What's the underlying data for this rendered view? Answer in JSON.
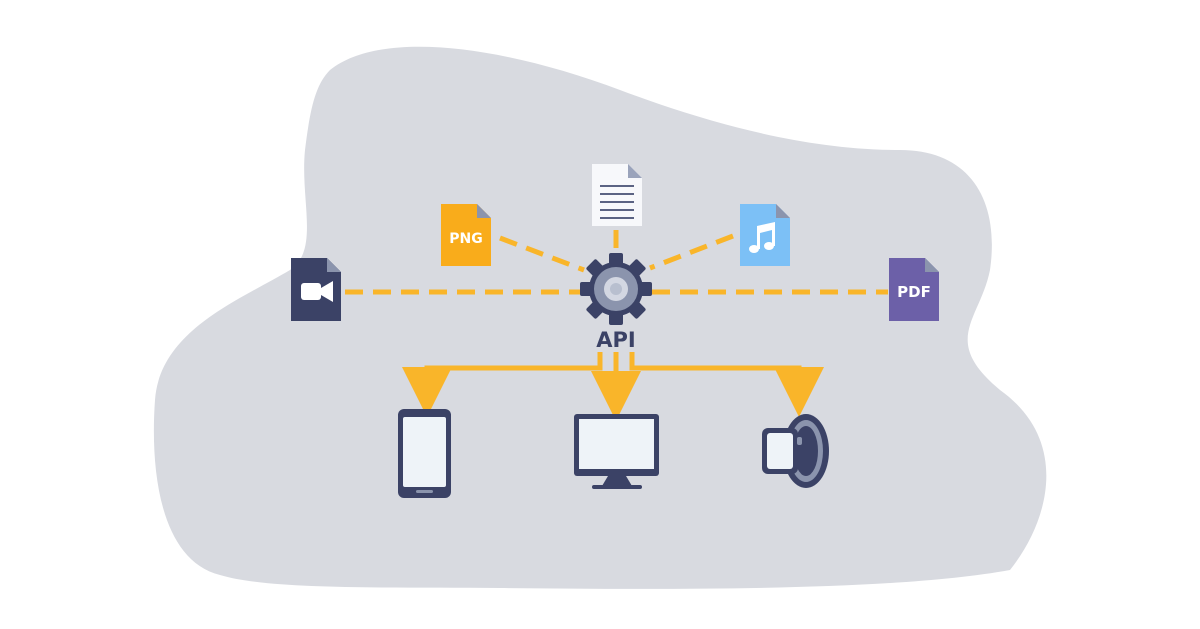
{
  "diagram": {
    "center_label": "API",
    "sources": [
      {
        "name": "png-file",
        "label": "PNG"
      },
      {
        "name": "text-document"
      },
      {
        "name": "audio-file"
      },
      {
        "name": "video-file"
      },
      {
        "name": "pdf-file",
        "label": "PDF"
      }
    ],
    "targets": [
      {
        "name": "smartphone"
      },
      {
        "name": "desktop-monitor"
      },
      {
        "name": "smartwatch"
      }
    ],
    "colors": {
      "background_blob": "#d8dae0",
      "connector": "#f9b52a",
      "navy": "#3b4266",
      "png_file": "#f9ac1b",
      "audio_file": "#7cc0f6",
      "pdf_file": "#6c60a8",
      "gear": "#3b4266",
      "screen": "#eef3f8"
    }
  }
}
